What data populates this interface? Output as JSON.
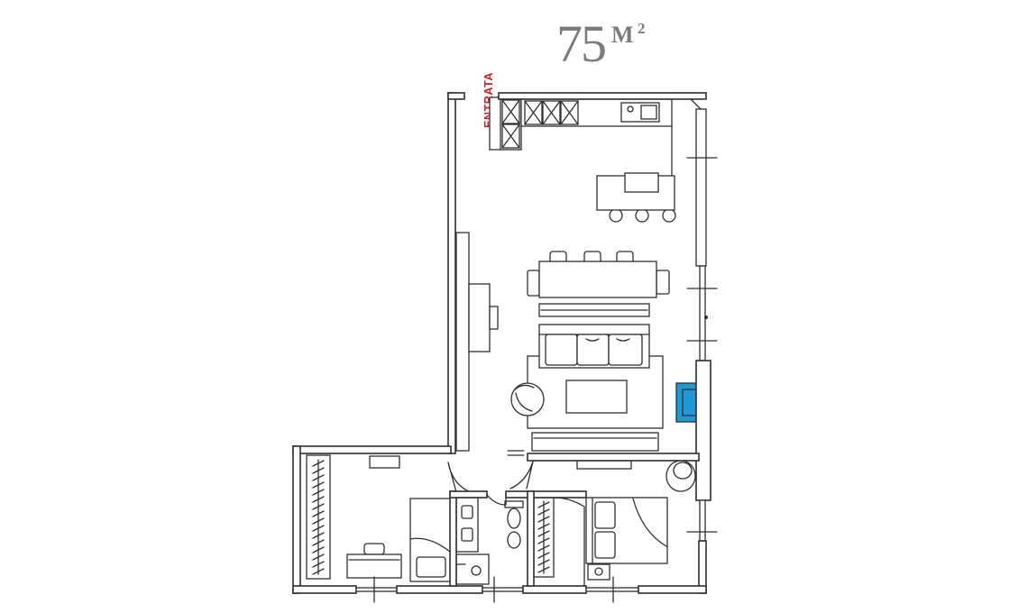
{
  "header": {
    "area_value": "75",
    "area_unit": "M",
    "area_exponent": "2"
  },
  "labels": {
    "entrance": "ENTRATA"
  },
  "colors": {
    "background": "#ffffff",
    "line": "#2f2f2f",
    "title": "#7b7b7b",
    "entrance_label": "#c8262d",
    "fireplace": "#1f98d6"
  }
}
